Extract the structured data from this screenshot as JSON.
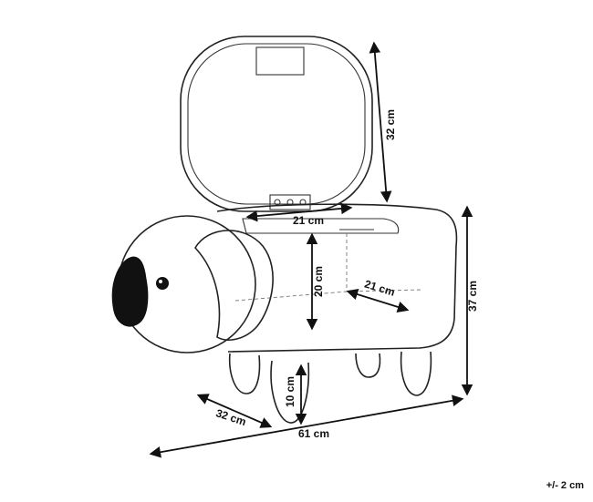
{
  "dimensions": {
    "lid_height": "32 cm",
    "opening_width": "21 cm",
    "compartment_depth": "21 cm",
    "compartment_height": "20 cm",
    "total_height": "37 cm",
    "leg_height": "10 cm",
    "width": "32 cm",
    "length": "61 cm"
  },
  "tolerance": "+/- 2 cm"
}
